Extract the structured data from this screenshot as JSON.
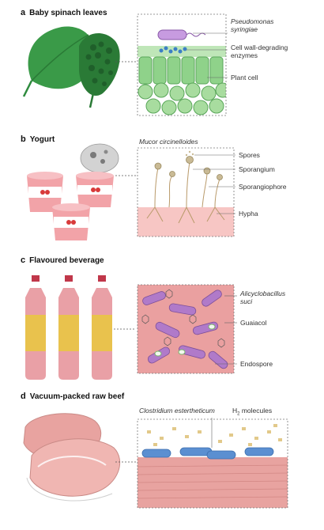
{
  "panels": [
    {
      "letter": "a",
      "title": "Baby spinach leaves",
      "labels": {
        "microbe_line1": "Pseudomonas",
        "microbe_line2": "syringiae",
        "enzymes_line1": "Cell wall-degrading",
        "enzymes_line2": "enzymes",
        "plant_cell": "Plant cell"
      }
    },
    {
      "letter": "b",
      "title": "Yogurt",
      "labels": {
        "organism": "Mucor circinelloides",
        "spores": "Spores",
        "sporangium": "Sporangium",
        "sporangiophore": "Sporangiophore",
        "hypha": "Hypha"
      }
    },
    {
      "letter": "c",
      "title": "Flavoured beverage",
      "labels": {
        "organism_line1": "Alicyclobacillus",
        "organism_line2": "suci",
        "guaiacol": "Guaiacol",
        "endospore": "Endospore"
      }
    },
    {
      "letter": "d",
      "title": "Vacuum-packed raw beef",
      "labels": {
        "organism": "Clostridium estertheticum",
        "molecules_prefix": "H",
        "molecules_sub": "2",
        "molecules_suffix": " molecules"
      }
    }
  ],
  "colors": {
    "leaf_green": "#2e8b3e",
    "cell_green": "#8fd28a",
    "cup_pink": "#f2a3a8",
    "agar_pink": "#f7c6c4",
    "bottle_red": "#d9606a",
    "label_yellow": "#e9c24d",
    "rod_purple": "#b07ac9",
    "bacteria_blue": "#5b8fd1",
    "beef_pink": "#e8a3a0"
  }
}
